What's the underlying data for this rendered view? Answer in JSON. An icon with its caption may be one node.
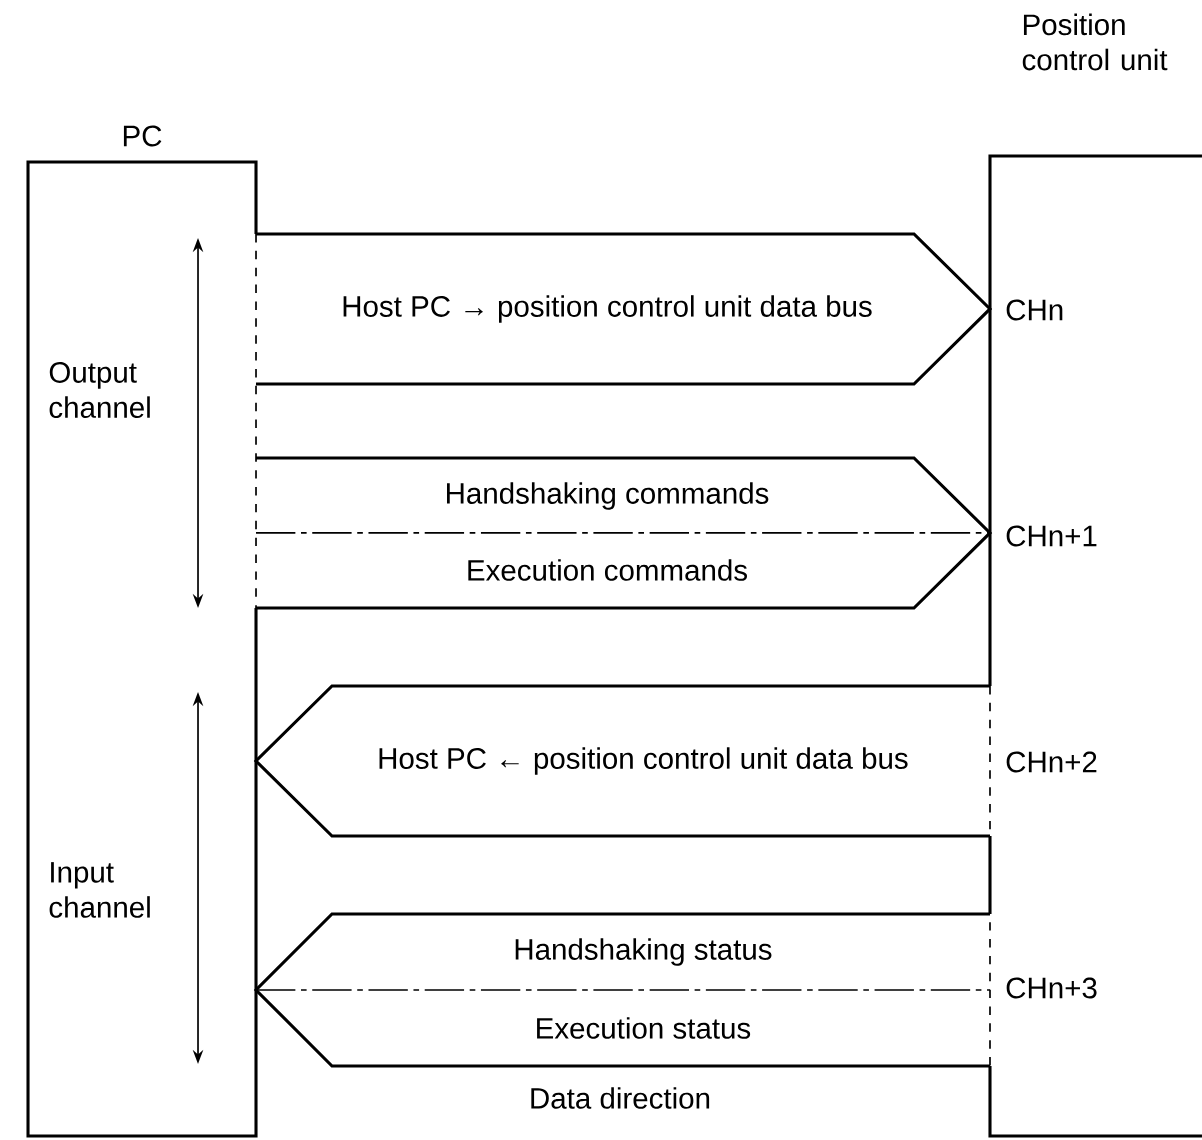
{
  "diagram": {
    "nodes": [
      {
        "text": [
          "PC",
          "Output channel",
          "Input channel"
        ]
      },
      {
        "text": [
          "Position control unit"
        ]
      },
      {
        "text": [
          "Host PC → position control unit data bus"
        ]
      },
      {
        "text": [
          "Handshaking commands",
          "Execution commands"
        ]
      },
      {
        "text": [
          "Host PC ← position control unit data bus"
        ]
      },
      {
        "text": [
          "Handshaking status",
          "Execution status"
        ]
      }
    ],
    "labels": [
      "CHn",
      "CHn+1",
      "CHn+2",
      "CHn+3",
      "Data direction"
    ]
  }
}
